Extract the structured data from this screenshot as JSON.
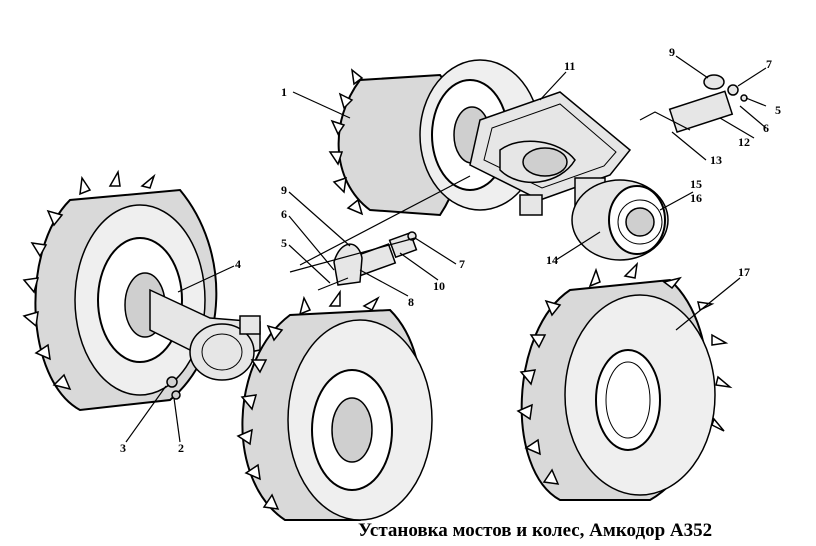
{
  "caption": "Установка мостов и колес, Амкодор А352",
  "callouts": {
    "c1": "1",
    "c2": "2",
    "c3": "3",
    "c4": "4",
    "c5a": "5",
    "c5b": "5",
    "c6a": "6",
    "c6b": "6",
    "c7a": "7",
    "c7b": "7",
    "c8": "8",
    "c9a": "9",
    "c9b": "9",
    "c10": "10",
    "c11": "11",
    "c12": "12",
    "c13": "13",
    "c14": "14",
    "c15": "15",
    "c16": "16",
    "c17": "17"
  }
}
